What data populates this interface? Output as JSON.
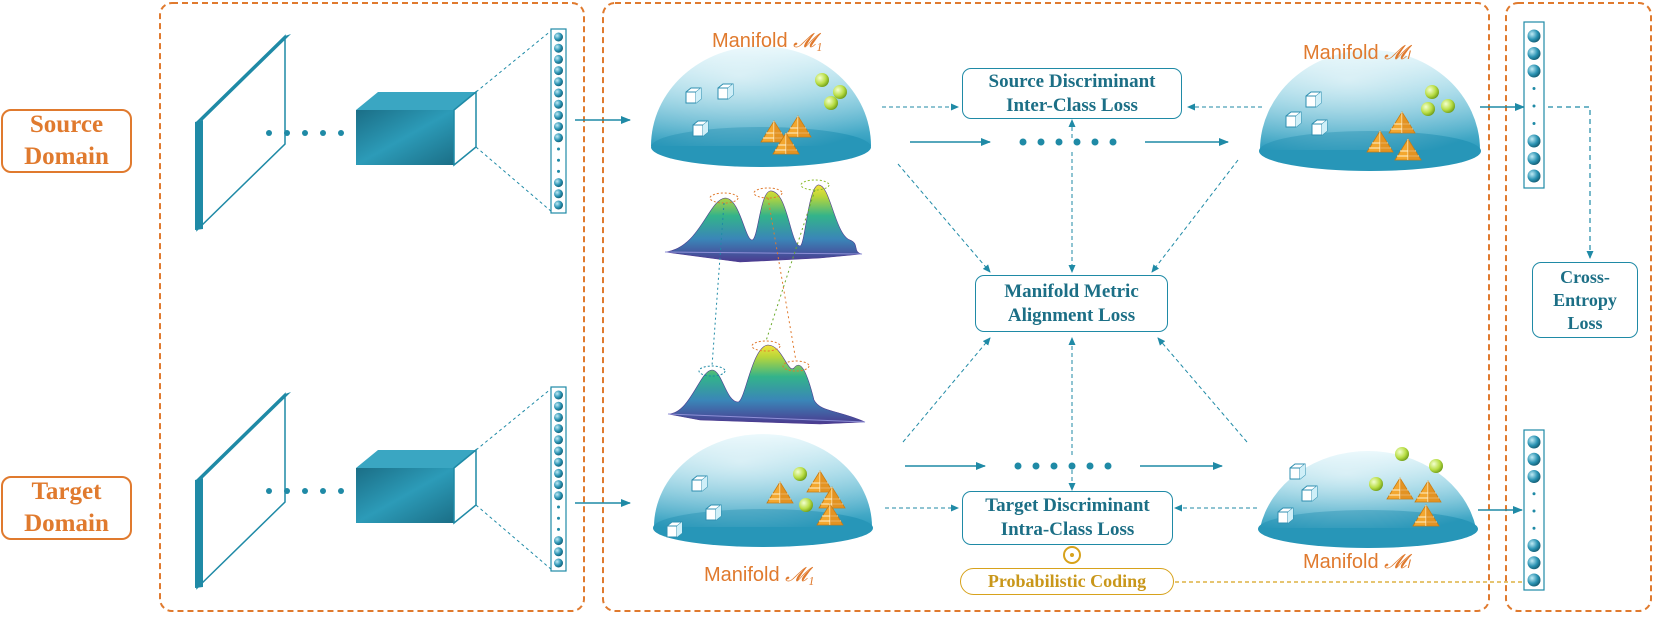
{
  "domains": {
    "source": "Source\nDomain",
    "target": "Target\nDomain"
  },
  "manifolds": {
    "source_first": "Manifold ",
    "source_first_sym": "𝓜₁",
    "source_last": "Manifold ",
    "source_last_sym": "𝓜ₗ",
    "target_first": "Manifold ",
    "target_first_sym": "𝓜₁",
    "target_last": "Manifold ",
    "target_last_sym": "𝓜ₗ"
  },
  "losses": {
    "source_inter": "Source Discriminant\nInter-Class Loss",
    "alignment": "Manifold Metric\nAlignment Loss",
    "target_intra": "Target Discriminant\nIntra-Class Loss",
    "cross_entropy": "Cross-\nEntropy\nLoss"
  },
  "coding": {
    "label": "Probabilistic Coding"
  },
  "colors": {
    "orange": "#e07a2e",
    "teal": "#1f8aa6",
    "gold": "#d7a21c"
  }
}
